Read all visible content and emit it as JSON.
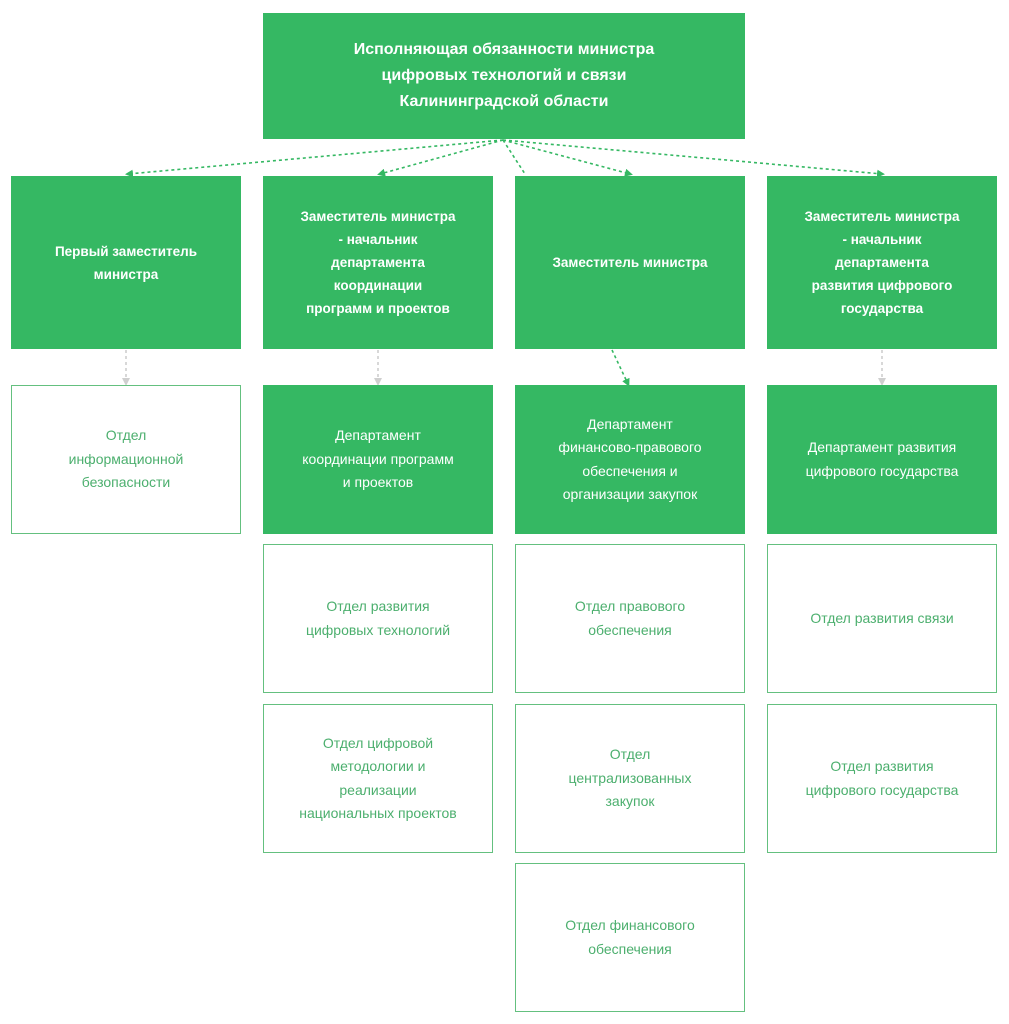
{
  "head": {
    "title": "Исполняющая обязанности министра\nцифровых технологий и связи\nКалининградской области"
  },
  "deputies": [
    {
      "title": "Первый заместитель\nминистра"
    },
    {
      "title": "Заместитель министра\n- начальник\nдепартамента\nкоординации\nпрограмм и проектов"
    },
    {
      "title": "Заместитель министра"
    },
    {
      "title": "Заместитель министра\n- начальник\nдепартамента\nразвития цифрового\nгосударства"
    }
  ],
  "departments": {
    "security_dept": "Отдел\nинформационной\nбезопасности",
    "coordination": "Департамент\nкоординации программ\nи проектов",
    "finance_legal": "Департамент\nфинансово-правового\nобеспечения и\nорганизации закупок",
    "digital_state": "Департамент развития\nцифрового государства"
  },
  "units": {
    "digital_tech": "Отдел развития\nцифровых технологий",
    "methodology": "Отдел цифровой\nметодологии и\nреализации\nнациональных проектов",
    "legal": "Отдел правового\nобеспечения",
    "procurement": "Отдел\nцентрализованных\nзакупок",
    "financial": "Отдел финансового\nобеспечения",
    "communications": "Отдел развития связи",
    "digital_state_unit": "Отдел развития\nцифрового государства"
  },
  "colors": {
    "primary": "#35b863",
    "outline": "#64c07f",
    "outline_text": "#4caf6e",
    "connector_light": "#cfcfcf"
  }
}
